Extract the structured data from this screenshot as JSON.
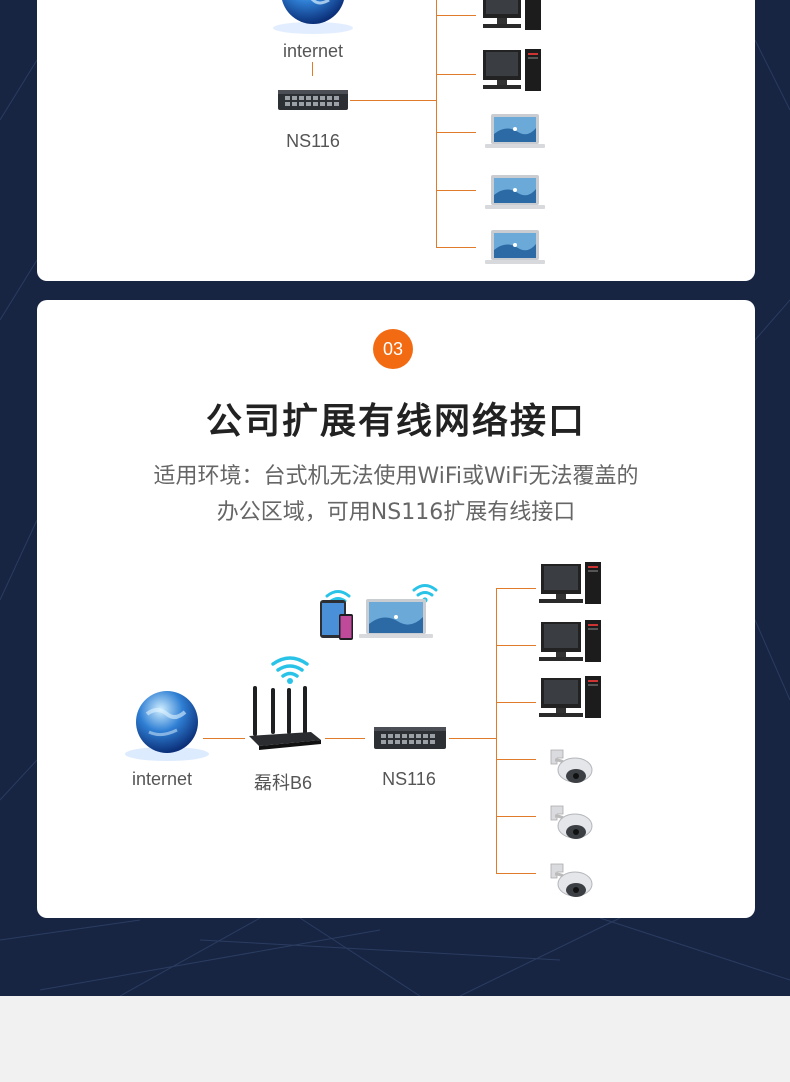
{
  "section1": {
    "labels": {
      "internet": "internet",
      "switch": "NS116"
    }
  },
  "section2": {
    "badge": "03",
    "title": "公司扩展有线网络接口",
    "desc_line1": "适用环境：台式机无法使用WiFi或WiFi无法覆盖的",
    "desc_line2": "办公区域，可用NS116扩展有线接口",
    "labels": {
      "internet": "internet",
      "router": "磊科B6",
      "switch": "NS116"
    }
  },
  "colors": {
    "background": "#172543",
    "card": "#ffffff",
    "accent": "#f26a12",
    "connector": "#e07b2c"
  }
}
